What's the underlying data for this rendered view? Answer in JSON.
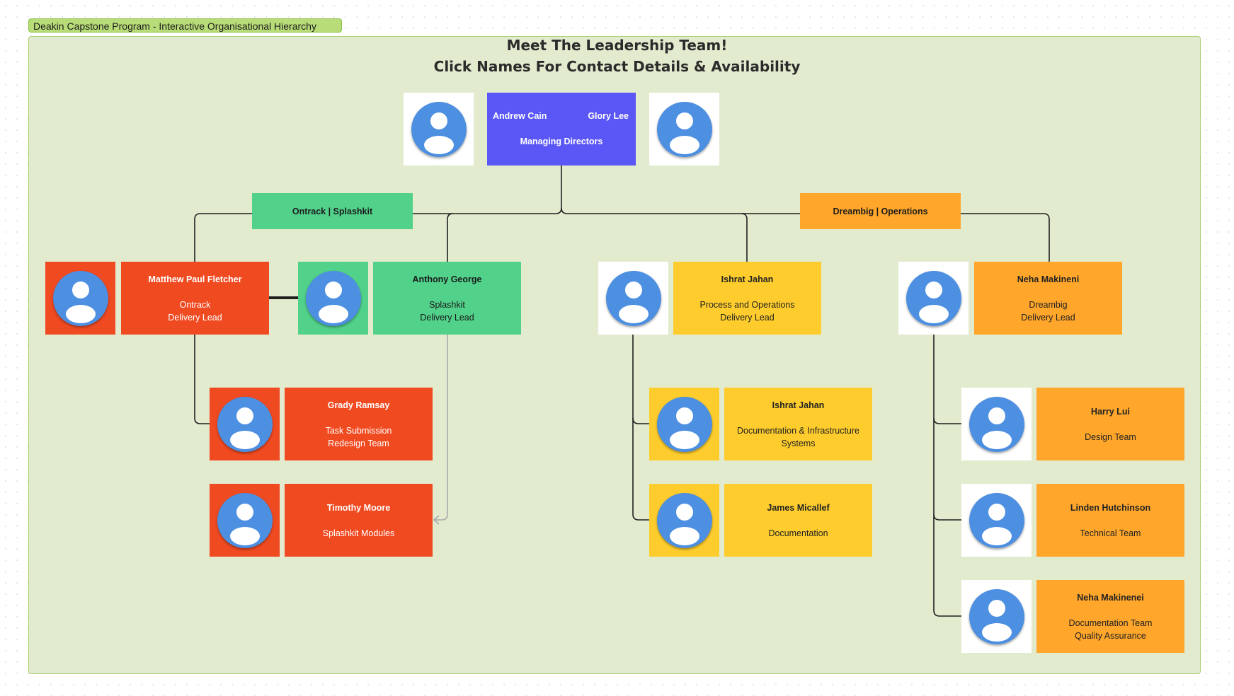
{
  "frame": {
    "label": "Deakin Capstone Program - Interactive Organisational Hierarchy"
  },
  "header": {
    "line1": "Meet The Leadership Team!",
    "line2": "Click Names For Contact Details & Availability"
  },
  "directors": {
    "name_left": "Andrew Cain",
    "name_right": "Glory Lee",
    "role": "Managing Directors"
  },
  "groups": {
    "left": "Ontrack | Splashkit",
    "right": "Dreambig | Operations"
  },
  "leads": {
    "matthew": {
      "name": "Matthew Paul Fletcher",
      "role1": "Ontrack",
      "role2": "Delivery Lead"
    },
    "anthony": {
      "name": "Anthony George",
      "role1": "Splashkit",
      "role2": "Delivery Lead"
    },
    "ishrat": {
      "name": "Ishrat Jahan",
      "role1": "Process and Operations",
      "role2": "Delivery Lead"
    },
    "neha": {
      "name": "Neha Makineni",
      "role1": "Dreambig",
      "role2": "Delivery Lead"
    }
  },
  "members": {
    "grady": {
      "name": "Grady Ramsay",
      "role1": "Task Submission",
      "role2": "Redesign Team"
    },
    "timothy": {
      "name": "Timothy Moore",
      "role1": "Splashkit Modules"
    },
    "ishrat2": {
      "name": "Ishrat Jahan",
      "role1": "Documentation & Infrastructure",
      "role2": "Systems"
    },
    "james": {
      "name": "James Micallef",
      "role1": "Documentation"
    },
    "harry": {
      "name": "Harry Lui",
      "role1": "Design Team"
    },
    "linden": {
      "name": "Linden Hutchinson",
      "role1": "Technical Team"
    },
    "nehaM": {
      "name": "Neha Makinenei",
      "role1": "Documentation Team",
      "role2": "Quality Assurance"
    }
  },
  "colors": {
    "frame": "#e3ebcf",
    "directors": "#5b57f6",
    "ontrack": "#f04a21",
    "splashkit": "#51d18a",
    "operations": "#fecd2d",
    "dreambig": "#ffa62b",
    "avatar": "#4d8fe0"
  },
  "icons": {
    "avatar": "person-avatar-icon"
  }
}
